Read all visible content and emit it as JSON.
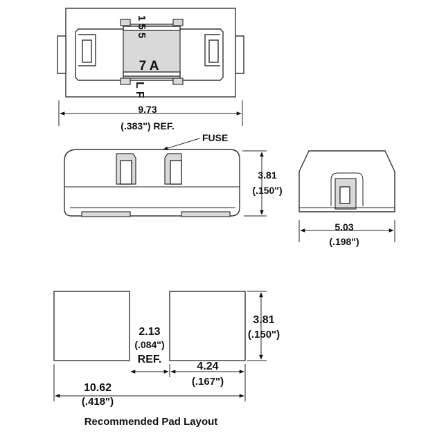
{
  "top_view": {
    "marking_a": "1 5 5",
    "rating": "7 A",
    "marking_b": "L F",
    "length_mm": "9.73",
    "length_in": "(.383\") REF."
  },
  "side_view": {
    "fuse_label": "FUSE",
    "height_mm": "3.81",
    "height_in": "(.150\")"
  },
  "end_view": {
    "width_mm": "5.03",
    "width_in": "(.198\")"
  },
  "pad_layout": {
    "gap_mm": "2.13",
    "gap_in": "(.084\")",
    "gap_ref": "REF.",
    "pad_height_mm": "3.81",
    "pad_height_in": "(.150\")",
    "pad_width_mm": "4.24",
    "pad_width_in": "(.167\")",
    "total_mm": "10.62",
    "total_in": "(.418\")",
    "caption": "Recommended Pad Layout"
  }
}
